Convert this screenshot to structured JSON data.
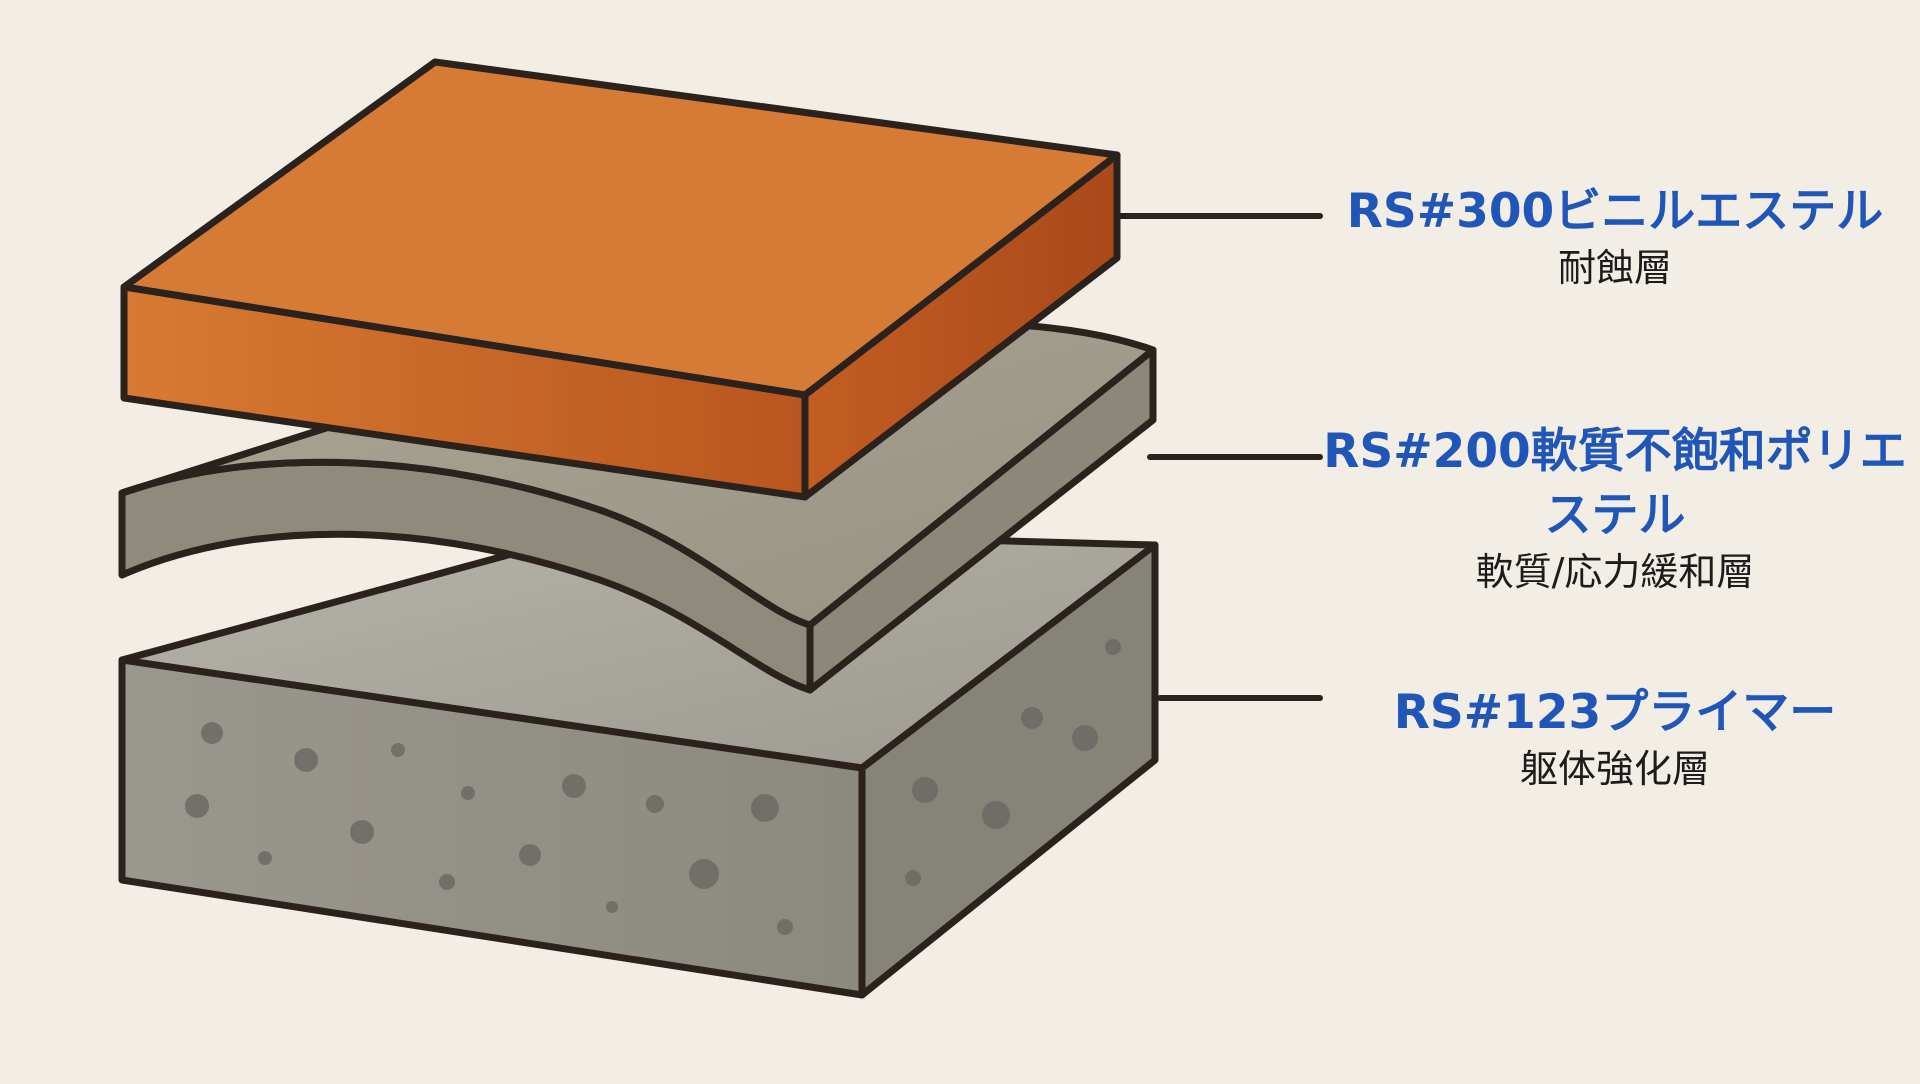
{
  "colors": {
    "background": "#f3eee5",
    "label_accent": "#1f56b8",
    "outline": "#2b211d",
    "topcoat_top": "#d57b36",
    "topcoat_side_dark": "#b5551f",
    "middle_top": "#a29d8d",
    "middle_side": "#8e8a7b",
    "base_top": "#a8a69b",
    "base_side": "#8f8c83",
    "aggregate_dot": "#6c6a64"
  },
  "layers": [
    {
      "id": "topcoat",
      "name": "RS#300ビニルエステル",
      "role": "耐蝕層"
    },
    {
      "id": "middle",
      "name": "RS#200軟質不飽和ポリエステル",
      "role": "軟質/応力緩和層"
    },
    {
      "id": "base",
      "name": "RS#123プライマー",
      "role": "躯体強化層"
    }
  ]
}
